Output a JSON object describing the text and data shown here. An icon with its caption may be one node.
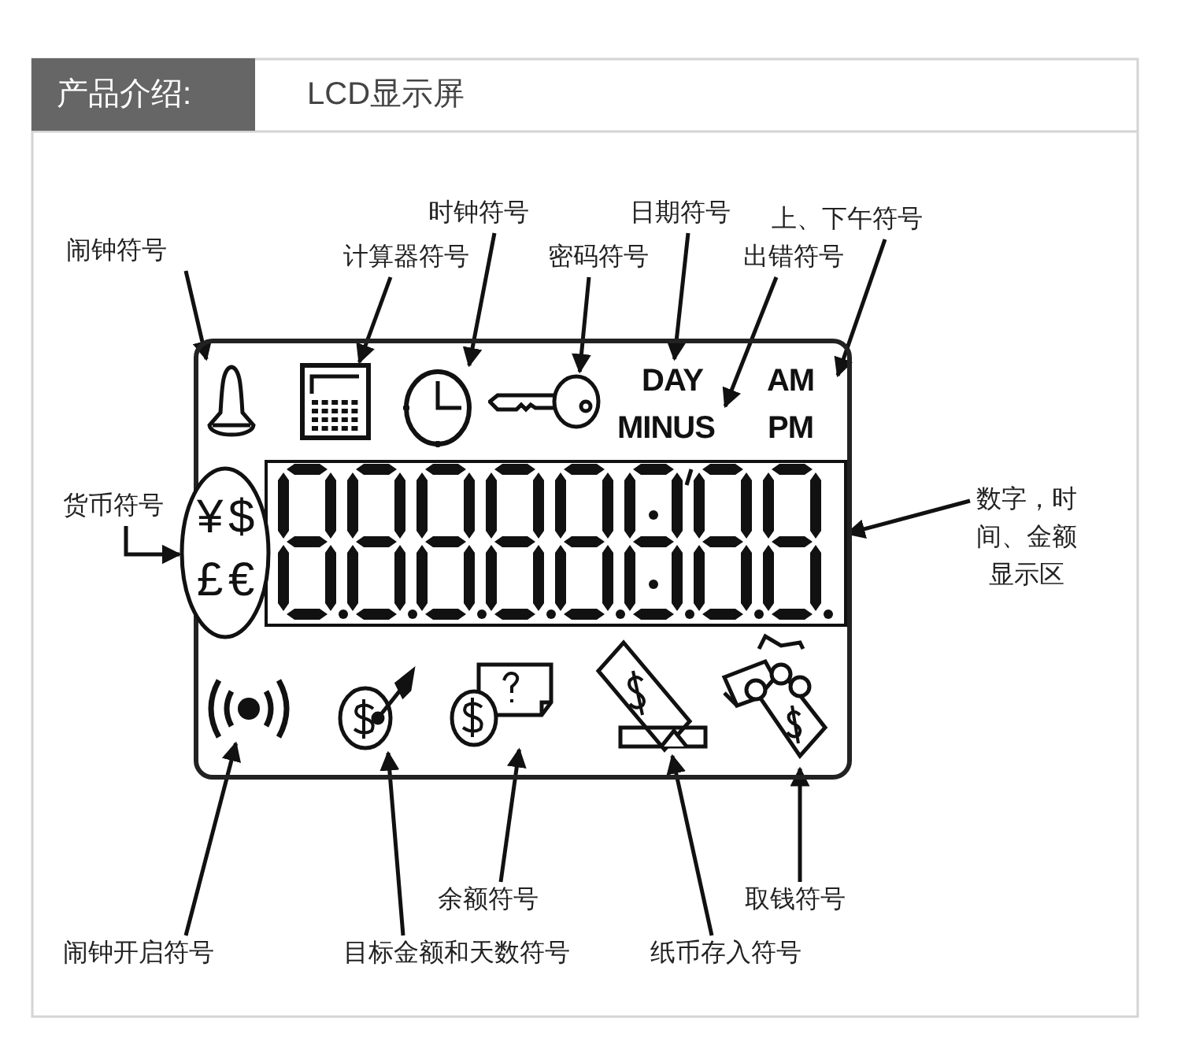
{
  "diagram": {
    "title": "LCD显示屏",
    "nodes": [
      {
        "text": [],
        "shape": "box"
      },
      {
        "text": [],
        "shape": "picture",
        "in": 0
      },
      {
        "text": [],
        "shape": "picture",
        "in": 0
      },
      {
        "text": [],
        "shape": "picture",
        "in": 0
      },
      {
        "text": [],
        "shape": "picture",
        "in": 0
      },
      {
        "text": [
          "DAY"
        ],
        "in": 0
      },
      {
        "text": [
          "MINUS"
        ],
        "in": 0
      },
      {
        "text": [
          "AM",
          "PM"
        ],
        "in": 0
      },
      {
        "text": [
          "¥",
          "$",
          "£",
          "€"
        ]
      },
      {
        "text": [],
        "shape": "picture",
        "in": 0
      },
      {
        "text": [],
        "shape": "picture",
        "in": 0
      },
      {
        "text": [],
        "shape": "picture",
        "in": 0
      },
      {
        "text": [],
        "shape": "picture",
        "in": 0
      },
      {
        "text": [],
        "shape": "picture",
        "in": 0
      },
      {
        "text": [],
        "shape": "picture",
        "in": 0
      },
      {
        "text": [
          "闹钟符号"
        ]
      },
      {
        "text": [
          "时钟符号"
        ]
      },
      {
        "text": [
          "计算器符号"
        ]
      },
      {
        "text": [
          "密码符号"
        ]
      },
      {
        "text": [
          "日期符号"
        ]
      },
      {
        "text": [
          "上、下午符号"
        ]
      },
      {
        "text": [
          "出错符号"
        ]
      },
      {
        "text": [
          "货币符号"
        ]
      },
      {
        "text": [
          "数字，时间、金额显示区"
        ]
      },
      {
        "text": [
          "闹钟开启符号"
        ]
      },
      {
        "text": [
          "目标金额和天数符号"
        ]
      },
      {
        "text": [
          "余额符号"
        ]
      },
      {
        "text": [
          "纸币存入符号"
        ]
      },
      {
        "text": [
          "取钱符号"
        ]
      }
    ],
    "edges": [
      {
        "from": 15,
        "to": 1,
        "arrow": "to"
      },
      {
        "from": 17,
        "to": 2,
        "arrow": "to"
      },
      {
        "from": 16,
        "to": 3,
        "arrow": "to"
      },
      {
        "from": 18,
        "to": 4,
        "arrow": "to"
      },
      {
        "from": 19,
        "to": 5,
        "arrow": "to"
      },
      {
        "from": 21,
        "to": 6,
        "arrow": "to"
      },
      {
        "from": 20,
        "to": 7,
        "arrow": "to"
      },
      {
        "from": 22,
        "to": 8,
        "arrow": "to"
      },
      {
        "from": 23,
        "to": 9,
        "arrow": "to"
      },
      {
        "from": 24,
        "to": 10,
        "arrow": "to"
      },
      {
        "from": 25,
        "to": 11,
        "arrow": "to"
      },
      {
        "from": 26,
        "to": 12,
        "arrow": "to"
      },
      {
        "from": 27,
        "to": 13,
        "arrow": "to"
      },
      {
        "from": 28,
        "to": 14,
        "arrow": "to"
      }
    ],
    "labels": [
      "产品介绍:"
    ]
  }
}
